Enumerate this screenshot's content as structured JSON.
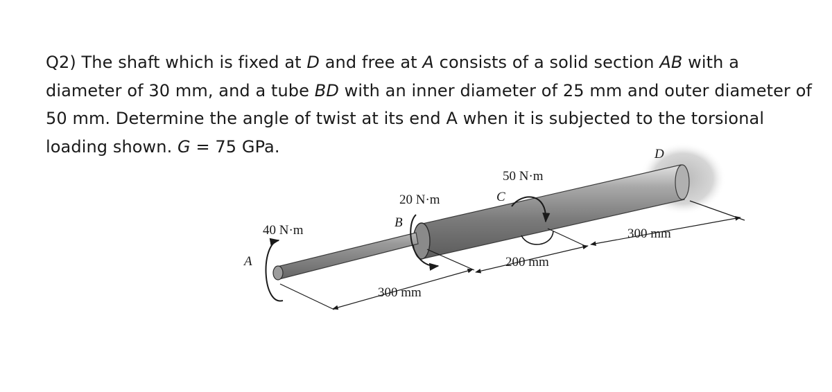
{
  "question": {
    "t1": "Q2) The shaft which is fixed at ",
    "D": "D",
    "t2": " and free at ",
    "A": "A",
    "t3": " consists of a solid section ",
    "AB": "AB",
    "t4": " with a diameter of 30 mm, and a tube ",
    "BD": "BD",
    "t5": " with an inner diameter of 25 mm and outer diameter of 50 mm. Determine the angle of twist at its end A when it is subjected to the torsional loading shown. ",
    "G": "G",
    "t6": " = 75 GPa."
  },
  "figure": {
    "points": {
      "A": "A",
      "B": "B",
      "C": "C",
      "D": "D"
    },
    "torques": {
      "A": "40 N·m",
      "B": "20 N·m",
      "C": "50 N·m"
    },
    "dims": {
      "AB": "300 mm",
      "BC": "200 mm",
      "CD": "300 mm"
    }
  }
}
